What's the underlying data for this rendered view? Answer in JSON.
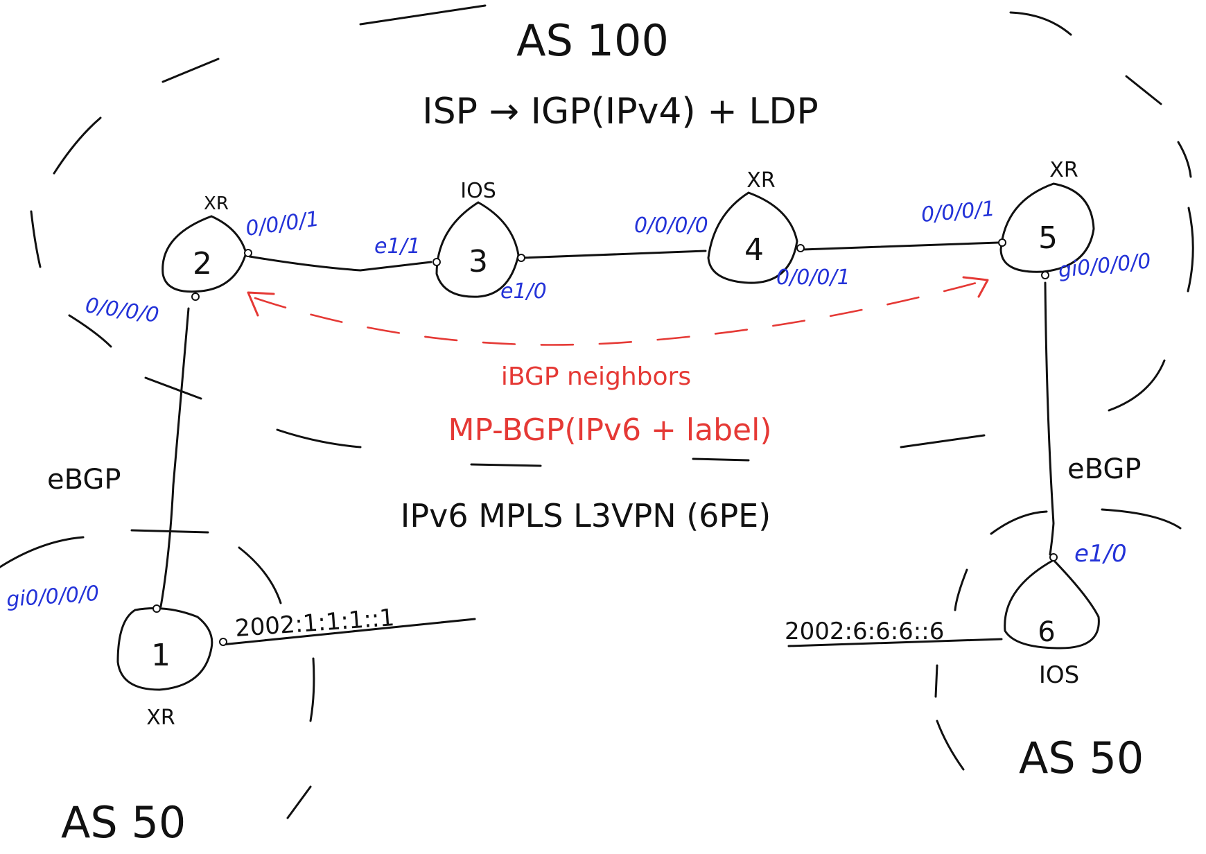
{
  "colors": {
    "ink": "#111111",
    "interface": "#2433d8",
    "ibgp": "#e53935"
  },
  "header": {
    "as_label": "AS 100",
    "isp_line": "ISP → IGP(IPv4) + LDP"
  },
  "routers": [
    {
      "id": "1",
      "os": "XR"
    },
    {
      "id": "2",
      "os": "XR"
    },
    {
      "id": "3",
      "os": "IOS"
    },
    {
      "id": "4",
      "os": "XR"
    },
    {
      "id": "5",
      "os": "XR"
    },
    {
      "id": "6",
      "os": "IOS"
    }
  ],
  "interfaces": {
    "r2_east": "0/0/0/1",
    "r2_south": "0/0/0/0",
    "r3_west": "e1/1",
    "r3_east": "e1/0",
    "r4_west": "0/0/0/0",
    "r4_east": "0/0/0/1",
    "r5_west": "0/0/0/1",
    "r5_south": "gi0/0/0/0",
    "r1_north": "gi0/0/0/0",
    "r6_north": "e1/0"
  },
  "links": {
    "left_ebgp": "eBGP",
    "right_ebgp": "eBGP"
  },
  "ibgp": {
    "line1": "iBGP neighbors",
    "line2": "MP-BGP(IPv6 + label)"
  },
  "service": "IPv6 MPLS L3VPN (6PE)",
  "customers": {
    "left_prefix": "2002:1:1:1::1",
    "right_prefix": "2002:6:6:6::6",
    "left_as": "AS 50",
    "right_as": "AS 50"
  }
}
